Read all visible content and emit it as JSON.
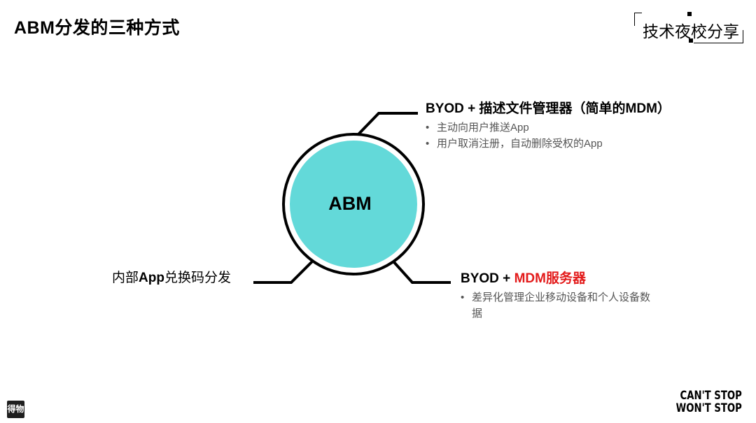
{
  "header": {
    "title": "ABM分发的三种方式",
    "brand": "技术夜校分享"
  },
  "center": {
    "label": "ABM",
    "fill_color": "#63d9d9"
  },
  "branches": [
    {
      "heading": "BYOD +  描述文件管理器（简单的MDM）",
      "bullets": [
        "主动向用户推送App",
        "用户取消注册，自动删除受权的App"
      ]
    },
    {
      "heading_prefix": "BYOD + ",
      "heading_highlight": "MDM服务器",
      "highlight_color": "#e31b1b",
      "bullets": [
        "差异化管理企业移动设备和个人设备数据"
      ]
    },
    {
      "heading_part1": "内部",
      "heading_part2": "App",
      "heading_part3": "兑换码分发"
    }
  ],
  "footer": {
    "logo_text": "得物",
    "slogan_line1": "CAN'T STOP",
    "slogan_line2": "WON'T STOP"
  }
}
